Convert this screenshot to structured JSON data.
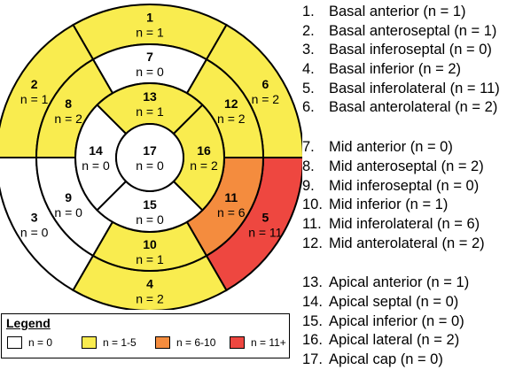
{
  "colors": {
    "n0": "#ffffff",
    "n1_5": "#f9ec4f",
    "n6_10": "#f48c3e",
    "n11_plus": "#ee4740",
    "stroke": "#000000"
  },
  "segments": [
    {
      "number": "1",
      "count": "n = 1",
      "level": "n1_5"
    },
    {
      "number": "2",
      "count": "n = 1",
      "level": "n1_5"
    },
    {
      "number": "3",
      "count": "n = 0",
      "level": "n0"
    },
    {
      "number": "4",
      "count": "n = 2",
      "level": "n1_5"
    },
    {
      "number": "5",
      "count": "n = 11",
      "level": "n11_plus"
    },
    {
      "number": "6",
      "count": "n = 2",
      "level": "n1_5"
    },
    {
      "number": "7",
      "count": "n = 0",
      "level": "n0"
    },
    {
      "number": "8",
      "count": "n = 2",
      "level": "n1_5"
    },
    {
      "number": "9",
      "count": "n = 0",
      "level": "n0"
    },
    {
      "number": "10",
      "count": "n = 1",
      "level": "n1_5"
    },
    {
      "number": "11",
      "count": "n = 6",
      "level": "n6_10"
    },
    {
      "number": "12",
      "count": "n = 2",
      "level": "n1_5"
    },
    {
      "number": "13",
      "count": "n = 1",
      "level": "n1_5"
    },
    {
      "number": "14",
      "count": "n = 0",
      "level": "n0"
    },
    {
      "number": "15",
      "count": "n = 0",
      "level": "n0"
    },
    {
      "number": "16",
      "count": "n = 2",
      "level": "n1_5"
    },
    {
      "number": "17",
      "count": "n = 0",
      "level": "n0"
    }
  ],
  "segment_list": [
    {
      "index": "1.",
      "text": "Basal anterior (n = 1)"
    },
    {
      "index": "2.",
      "text": "Basal anteroseptal (n = 1)"
    },
    {
      "index": "3.",
      "text": "Basal inferoseptal (n = 0)"
    },
    {
      "index": "4.",
      "text": "Basal inferior (n = 2)"
    },
    {
      "index": "5.",
      "text": "Basal inferolateral (n = 11)"
    },
    {
      "index": "6.",
      "text": "Basal anterolateral (n = 2)"
    },
    {
      "index": "7.",
      "text": "Mid anterior (n = 0)"
    },
    {
      "index": "8.",
      "text": "Mid anteroseptal (n = 2)"
    },
    {
      "index": "9.",
      "text": "Mid inferoseptal (n = 0)"
    },
    {
      "index": "10.",
      "text": "Mid inferior (n = 1)"
    },
    {
      "index": "11.",
      "text": "Mid inferolateral (n = 6)"
    },
    {
      "index": "12.",
      "text": "Mid anterolateral (n = 2)"
    },
    {
      "index": "13.",
      "text": "Apical anterior (n = 1)"
    },
    {
      "index": "14.",
      "text": "Apical septal (n = 0)"
    },
    {
      "index": "15.",
      "text": "Apical inferior (n = 0)"
    },
    {
      "index": "16.",
      "text": "Apical lateral (n = 2)"
    },
    {
      "index": "17.",
      "text": "Apical cap (n = 0)"
    }
  ],
  "legend": {
    "title": "Legend",
    "items": [
      {
        "label": "n = 0",
        "level": "n0"
      },
      {
        "label": "n = 1-5",
        "level": "n1_5"
      },
      {
        "label": "n = 6-10",
        "level": "n6_10"
      },
      {
        "label": "n = 11+",
        "level": "n11_plus"
      }
    ]
  }
}
